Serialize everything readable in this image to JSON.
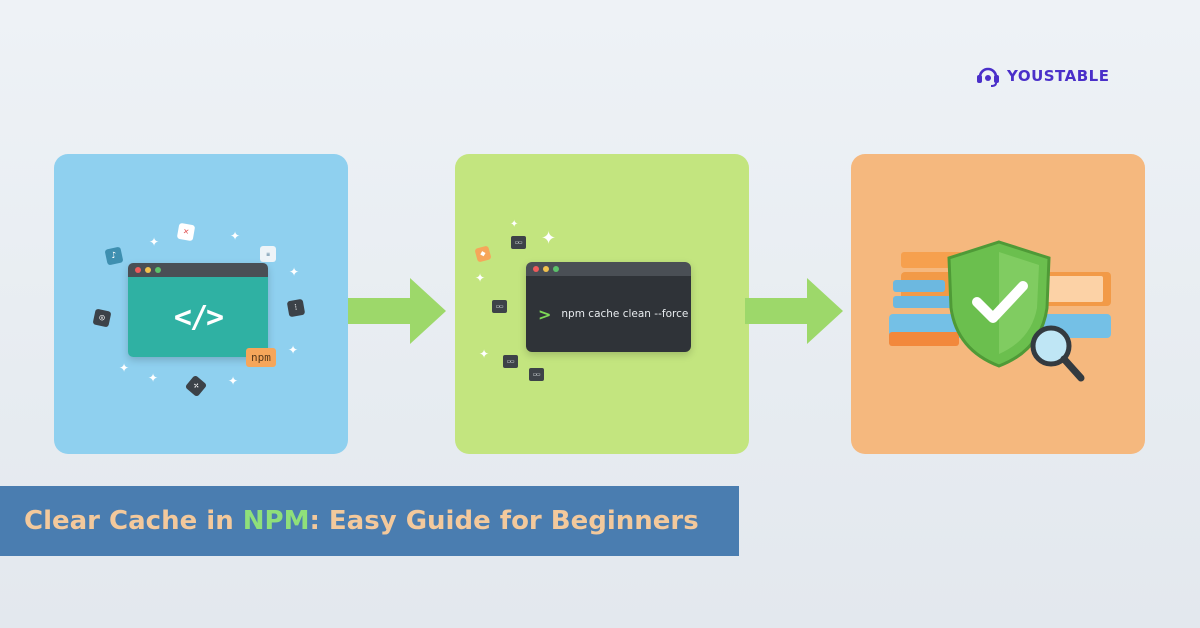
{
  "brand": {
    "name": "YOUSTABLE",
    "color": "#4a2fc9"
  },
  "banner": {
    "title_part1": "Clear Cache in ",
    "title_highlight": "NPM",
    "title_part2": ": Easy Guide for Beginners",
    "text_color": "#f3c99c",
    "highlight_color": "#8fe07a",
    "background": "#4a7db0"
  },
  "steps": [
    {
      "panel_color": "#8fd0ef",
      "window_icon": "code-brackets-icon",
      "code_symbol": "</>",
      "badge": "npm"
    },
    {
      "panel_color": "#c3e57f",
      "prompt": ">",
      "command": "npm cache clean --force"
    },
    {
      "panel_color": "#f5b87e",
      "shield_icon": "shield-check-icon",
      "search_icon": "magnifier-icon"
    }
  ],
  "arrow_color": "#9dd86a"
}
